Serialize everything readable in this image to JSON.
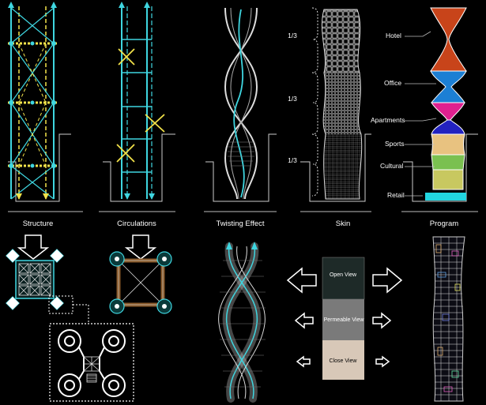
{
  "captions": {
    "structure": "Structure",
    "circulations": "Circulations",
    "twisting": "Twisting Effect",
    "skin": "Skin",
    "program": "Program"
  },
  "skin": {
    "fraction_top": "1/3",
    "fraction_middle": "1/3",
    "fraction_bottom": "1/3"
  },
  "program": {
    "hotel": "Hotel",
    "office": "Office",
    "apartments": "Apartments",
    "sports": "Sports",
    "cultural": "Cultural",
    "retail": "Retail"
  },
  "views": {
    "open": "Open View",
    "permeable": "Permeable View",
    "close": "Close View"
  },
  "colors": {
    "cyan": "#3fd6e0",
    "yellow": "#f2e24a",
    "hotel": "#c8441a",
    "office": "#1c7fd4",
    "apartments_pink": "#e0208f",
    "apartments_blue": "#2222c0",
    "sports": "#e8c280",
    "cultural_green": "#7ac050",
    "cultural_yellow": "#c8c860",
    "retail": "#22d6e0",
    "open_view": "#1e2a28",
    "permeable_view": "#7a7a7a",
    "close_view": "#d8c8b8"
  }
}
